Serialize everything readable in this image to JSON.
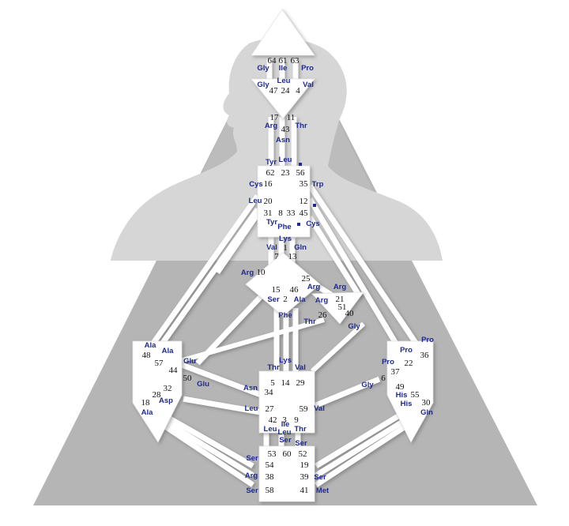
{
  "colors": {
    "background": "#ffffff",
    "triangle": "#b9b9b9",
    "silhouette": "#d4d4d4",
    "channel": "#ffffff",
    "center": "#ffffff",
    "gate_number": "#111111",
    "amino_acid": "#1f2a8c"
  },
  "diagram": {
    "gates": [
      {
        "id": "g64",
        "text": "64"
      },
      {
        "id": "g61",
        "text": "61"
      },
      {
        "id": "g63",
        "text": "63"
      },
      {
        "id": "g47",
        "text": "47"
      },
      {
        "id": "g24",
        "text": "24"
      },
      {
        "id": "g4",
        "text": "4"
      },
      {
        "id": "g17",
        "text": "17"
      },
      {
        "id": "g11",
        "text": "11"
      },
      {
        "id": "g43",
        "text": "43"
      },
      {
        "id": "g62",
        "text": "62"
      },
      {
        "id": "g23",
        "text": "23"
      },
      {
        "id": "g56",
        "text": "56"
      },
      {
        "id": "g16",
        "text": "16"
      },
      {
        "id": "g35",
        "text": "35"
      },
      {
        "id": "g20",
        "text": "20"
      },
      {
        "id": "g12",
        "text": "12"
      },
      {
        "id": "g31",
        "text": "31"
      },
      {
        "id": "g8",
        "text": "8"
      },
      {
        "id": "g33",
        "text": "33"
      },
      {
        "id": "g45",
        "text": "45"
      },
      {
        "id": "g1",
        "text": "1"
      },
      {
        "id": "g7",
        "text": "7"
      },
      {
        "id": "g13",
        "text": "13"
      },
      {
        "id": "g10",
        "text": "10"
      },
      {
        "id": "g25",
        "text": "25"
      },
      {
        "id": "g15",
        "text": "15"
      },
      {
        "id": "g46",
        "text": "46"
      },
      {
        "id": "g2",
        "text": "2"
      },
      {
        "id": "g21",
        "text": "21"
      },
      {
        "id": "g51",
        "text": "51"
      },
      {
        "id": "g26",
        "text": "26"
      },
      {
        "id": "g40",
        "text": "40"
      },
      {
        "id": "g48",
        "text": "48"
      },
      {
        "id": "g57",
        "text": "57"
      },
      {
        "id": "g44",
        "text": "44"
      },
      {
        "id": "g50",
        "text": "50"
      },
      {
        "id": "g32",
        "text": "32"
      },
      {
        "id": "g28",
        "text": "28"
      },
      {
        "id": "g18",
        "text": "18"
      },
      {
        "id": "g36",
        "text": "36"
      },
      {
        "id": "g22",
        "text": "22"
      },
      {
        "id": "g37",
        "text": "37"
      },
      {
        "id": "g6",
        "text": "6"
      },
      {
        "id": "g49",
        "text": "49"
      },
      {
        "id": "g55",
        "text": "55"
      },
      {
        "id": "g30",
        "text": "30"
      },
      {
        "id": "g5",
        "text": "5"
      },
      {
        "id": "g14",
        "text": "14"
      },
      {
        "id": "g29",
        "text": "29"
      },
      {
        "id": "g34",
        "text": "34"
      },
      {
        "id": "g27",
        "text": "27"
      },
      {
        "id": "g59",
        "text": "59"
      },
      {
        "id": "g42",
        "text": "42"
      },
      {
        "id": "g3",
        "text": "3"
      },
      {
        "id": "g9",
        "text": "9"
      },
      {
        "id": "g53",
        "text": "53"
      },
      {
        "id": "g60",
        "text": "60"
      },
      {
        "id": "g52",
        "text": "52"
      },
      {
        "id": "g54",
        "text": "54"
      },
      {
        "id": "g19",
        "text": "19"
      },
      {
        "id": "g38",
        "text": "38"
      },
      {
        "id": "g39",
        "text": "39"
      },
      {
        "id": "g58",
        "text": "58"
      },
      {
        "id": "g41",
        "text": "41"
      }
    ],
    "amino_acids": [
      {
        "id": "a1",
        "text": "Gly"
      },
      {
        "id": "a2",
        "text": "Ile"
      },
      {
        "id": "a3",
        "text": "Pro"
      },
      {
        "id": "a4",
        "text": "Gly"
      },
      {
        "id": "a5",
        "text": "Leu"
      },
      {
        "id": "a6",
        "text": "Val"
      },
      {
        "id": "a7",
        "text": "Arg"
      },
      {
        "id": "a8",
        "text": "Thr"
      },
      {
        "id": "a9",
        "text": "Asn"
      },
      {
        "id": "a10",
        "text": "Leu"
      },
      {
        "id": "a11",
        "text": "Tyr"
      },
      {
        "id": "a12",
        "text": "Cys"
      },
      {
        "id": "a13",
        "text": "Trp"
      },
      {
        "id": "a14",
        "text": "Leu"
      },
      {
        "id": "a15",
        "text": "Tyr"
      },
      {
        "id": "a16",
        "text": "Phe"
      },
      {
        "id": "a17",
        "text": "Cys"
      },
      {
        "id": "a18",
        "text": "Lys"
      },
      {
        "id": "a19",
        "text": "Val"
      },
      {
        "id": "a20",
        "text": "Gln"
      },
      {
        "id": "a21",
        "text": "Arg"
      },
      {
        "id": "a22",
        "text": "Arg"
      },
      {
        "id": "a23",
        "text": "Arg"
      },
      {
        "id": "a24",
        "text": "Ser"
      },
      {
        "id": "a25",
        "text": "Ala"
      },
      {
        "id": "a26",
        "text": "Arg"
      },
      {
        "id": "a27",
        "text": "Thr"
      },
      {
        "id": "a28",
        "text": "Gly"
      },
      {
        "id": "a29",
        "text": "Phe"
      },
      {
        "id": "a30",
        "text": "Ala"
      },
      {
        "id": "a31",
        "text": "Ala"
      },
      {
        "id": "a32",
        "text": "Glu"
      },
      {
        "id": "a33",
        "text": "Glu"
      },
      {
        "id": "a34",
        "text": "Asp"
      },
      {
        "id": "a35",
        "text": "Ala"
      },
      {
        "id": "a36",
        "text": "Pro"
      },
      {
        "id": "a37",
        "text": "Pro"
      },
      {
        "id": "a38",
        "text": "Pro"
      },
      {
        "id": "a39",
        "text": "Gly"
      },
      {
        "id": "a40",
        "text": "His"
      },
      {
        "id": "a41",
        "text": "His"
      },
      {
        "id": "a42",
        "text": "Gln"
      },
      {
        "id": "a43",
        "text": "Thr"
      },
      {
        "id": "a44",
        "text": "Lys"
      },
      {
        "id": "a45",
        "text": "Val"
      },
      {
        "id": "a46",
        "text": "Asn"
      },
      {
        "id": "a47",
        "text": "Leu"
      },
      {
        "id": "a48",
        "text": "Val"
      },
      {
        "id": "a49",
        "text": "Leu"
      },
      {
        "id": "a50",
        "text": "Leu"
      },
      {
        "id": "a51",
        "text": "Thr"
      },
      {
        "id": "a52",
        "text": "Ser"
      },
      {
        "id": "a53",
        "text": "Ile"
      },
      {
        "id": "a54",
        "text": "Ser"
      },
      {
        "id": "a55",
        "text": "Ser"
      },
      {
        "id": "a56",
        "text": "Arg"
      },
      {
        "id": "a57",
        "text": "Ser"
      },
      {
        "id": "a58",
        "text": "Ser"
      },
      {
        "id": "a59",
        "text": "Met"
      }
    ]
  }
}
